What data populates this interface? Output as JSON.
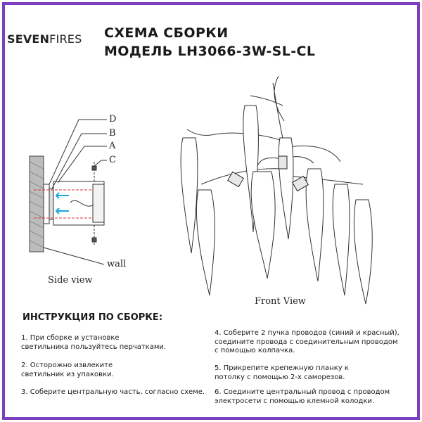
{
  "brand": {
    "logo_bold": "SEVEN",
    "logo_thin": "FIRES"
  },
  "header": {
    "title_line1": "СХЕМА СБОРКИ",
    "title_line2": "МОДЕЛЬ LH3066-3W-SL-CL"
  },
  "side_view": {
    "caption": "Side view",
    "wall_label": "wall",
    "part_labels": [
      "D",
      "B",
      "A",
      "C"
    ]
  },
  "front_view": {
    "caption": "Front View"
  },
  "instructions": {
    "heading": "ИНСТРУКЦИЯ ПО СБОРКЕ:",
    "steps": [
      {
        "line1": "1. При сборке и установке",
        "line2": "светильника пользуйтесь перчатками."
      },
      {
        "line1": "2. Осторожно извлеките",
        "line2": "светильник из упаковки."
      },
      {
        "line1": "3. Соберите центральную часть, согласно схеме.",
        "line2": ""
      },
      {
        "line1": "4. Соберите 2 пучка проводов (синий и красный),",
        "line2": "соедините провода с соединительным проводом",
        "line3": "с помощью колпачка."
      },
      {
        "line1": "5. Прикрепите крепежную планку к",
        "line2": "потолку с помощью 2-х саморезов."
      },
      {
        "line1": "6. Соедините центральный провод с проводом",
        "line2": "электросети с помощью клемной колодки."
      }
    ]
  },
  "colors": {
    "frame": "#7b3fbf",
    "wire_red": "#e0303a",
    "wire_blue": "#1aa6e0"
  }
}
